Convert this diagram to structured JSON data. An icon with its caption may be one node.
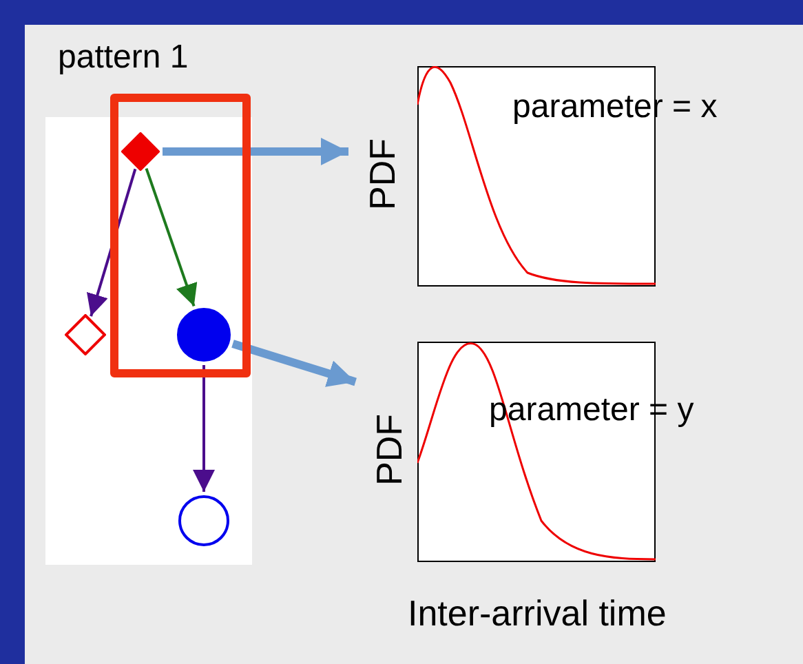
{
  "diagram": {
    "nodes": [
      {
        "text": [
          "pattern 1"
        ]
      },
      {
        "text": [],
        "shape": "diamond",
        "in": 0
      },
      {
        "text": [],
        "shape": "circle",
        "in": 0
      },
      {
        "text": [],
        "shape": "diamond"
      },
      {
        "text": [],
        "shape": "circle"
      },
      {
        "text": [
          "PDF",
          "parameter = x"
        ]
      },
      {
        "text": [
          "PDF",
          "parameter = y"
        ]
      }
    ],
    "edges": [
      {
        "from": 1,
        "to": 2,
        "arrow": "to",
        "color": "#1e7a1e"
      },
      {
        "from": 1,
        "to": 3,
        "arrow": "to",
        "color": "#4b0d8c"
      },
      {
        "from": 2,
        "to": 4,
        "arrow": "to",
        "color": "#4b0d8c"
      },
      {
        "from": 1,
        "to": 5,
        "arrow": "to",
        "style": "thick",
        "color": "#6a9ad0"
      },
      {
        "from": 2,
        "to": 6,
        "arrow": "to",
        "style": "thick",
        "color": "#6a9ad0"
      }
    ],
    "labels": [
      "Inter-arrival time"
    ]
  }
}
